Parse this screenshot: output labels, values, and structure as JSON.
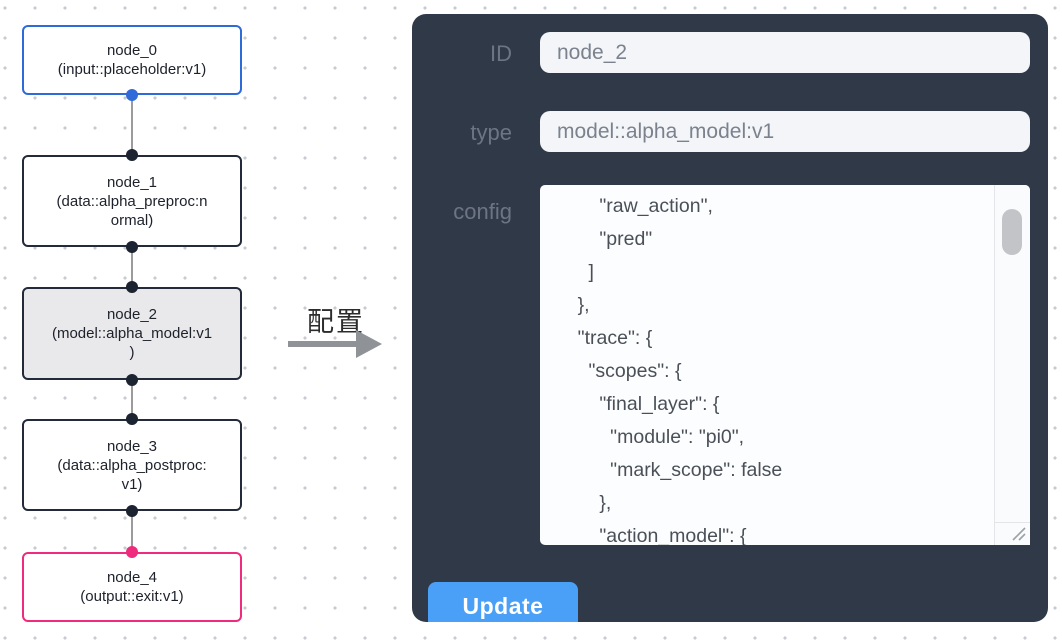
{
  "colors": {
    "accent_blue": "#2F6BD8",
    "output_pink": "#EE2B7C",
    "panel_bg": "#2F3948",
    "button_blue": "#4A9FF7",
    "selected_gray": "#E9E9EB"
  },
  "canvas": {
    "nodes": [
      {
        "id": "node_0",
        "label": "node_0\n(input::placeholder:v1)"
      },
      {
        "id": "node_1",
        "label": "node_1\n(data::alpha_preproc:n\normal)"
      },
      {
        "id": "node_2",
        "label": "node_2\n(model::alpha_model:v1\n)"
      },
      {
        "id": "node_3",
        "label": "node_3\n(data::alpha_postproc:\nv1)"
      },
      {
        "id": "node_4",
        "label": "node_4\n(output::exit:v1)"
      }
    ]
  },
  "transfer": {
    "label": "配置"
  },
  "panel": {
    "id_label": "ID",
    "id_value": "node_2",
    "type_label": "type",
    "type_value": "model::alpha_model:v1",
    "config_label": "config",
    "config_value": "        \"raw_action\",\n        \"pred\"\n      ]\n    },\n    \"trace\": {\n      \"scopes\": {\n        \"final_layer\": {\n          \"module\": \"pi0\",\n          \"mark_scope\": false\n        },\n        \"action_model\": {",
    "update_label": "Update"
  }
}
